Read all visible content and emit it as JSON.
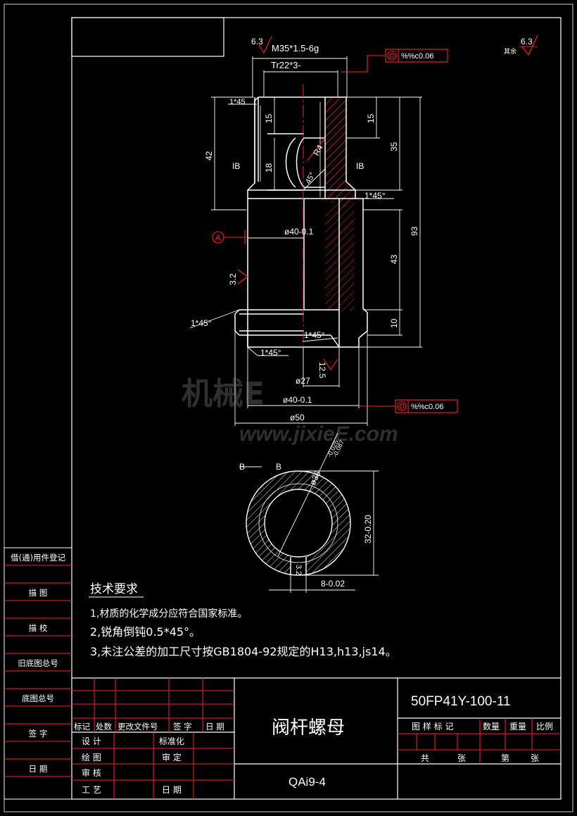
{
  "colors": {
    "background": "#000000",
    "frame": "#ffffff",
    "dimension": "#ffffff",
    "annotation": "#ff2020",
    "hatch": "#ff3030",
    "centerline": "#ff2020"
  },
  "top_view": {
    "roughness_top": "6.3",
    "thread_major": "M35*1.5-6g",
    "thread_inner": "Tr22*3-",
    "tol_frame_1": "%%c0.06",
    "chamfer_top_left": "1*45",
    "dim_15_left": "15",
    "dim_42": "42",
    "ib_left": "IB",
    "dim_18": "18",
    "radius": "R4",
    "angle": "45°",
    "dim_15_right": "15",
    "dim_35": "35",
    "ib_right": "IB",
    "chamfer_right": "1*45°",
    "dim_93": "93",
    "datum": "A",
    "dia_40_inner": "ø40-0.1",
    "dim_43": "43",
    "roughness_32": "3.2",
    "chamfer_left_lower": "1*45°",
    "dim_10": "10",
    "chamfer_mid_lower": "1*45°",
    "chamfer_bottom": "1*45°",
    "roughness_125": "12.5",
    "dia_27": "ø27",
    "dia_40_outer": "ø40-0.1",
    "tol_frame_2": "%%c0.06",
    "dia_50": "ø50"
  },
  "section_view": {
    "label_left": "B",
    "label_right": "B",
    "dia_36": "ø36",
    "tol_upper": "-0.025",
    "tol_lower": "-0.087",
    "dim_32": "32-0.20",
    "roughness": "3.2",
    "dim_8": "8-0.02"
  },
  "roughness_corner": {
    "label": "其余",
    "value": "6.3"
  },
  "watermark": {
    "brand": "机械E",
    "url": "www.jixieE.com"
  },
  "side_labels": [
    "借(通)用件登记",
    "描  图",
    "描  校",
    "旧底图总号",
    "底图总号",
    "签  字",
    "日  期"
  ],
  "tech_requirements": {
    "title": "技术要求",
    "items": [
      "1,材质的化学成分应符合国家标准。",
      "2,锐角倒钝0.5*45°。",
      "3,未注公差的加工尺寸按GB1804-92规定的H13,h13,js14。"
    ]
  },
  "title_block": {
    "drawing_number": "50FP41Y-100-11",
    "part_name": "阀杆螺母",
    "material": "QAi9-4",
    "revision_headers": [
      "标记",
      "处数",
      "更改文件号",
      "签 字",
      "日 期"
    ],
    "roles_left": [
      "设 计",
      "绘 图",
      "审 核",
      "工 艺"
    ],
    "roles_right": [
      "标准化",
      "审 定",
      "",
      "日 期"
    ],
    "right_headers": [
      "图 样 标 记",
      "数量",
      "重量",
      "比例"
    ],
    "sheets": [
      "共",
      "张",
      "第",
      "张"
    ]
  }
}
